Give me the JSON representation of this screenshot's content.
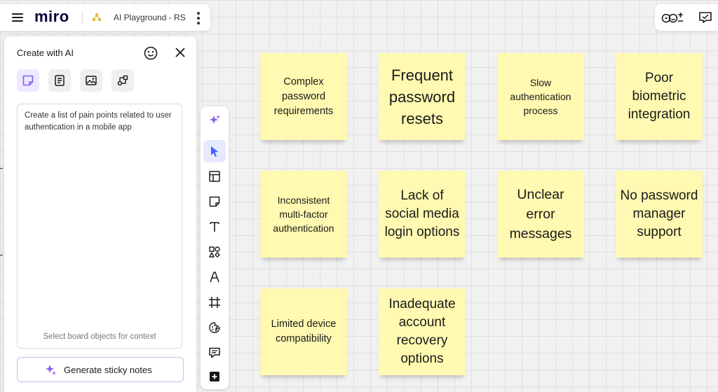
{
  "topbar": {
    "logo": "miro",
    "board_name": "AI Playground - RS"
  },
  "ai_panel": {
    "title": "Create with AI",
    "prompt_text": "Create a list of pain points related to user authentication in a mobile app",
    "context_hint": "Select board objects for context",
    "generate_label": "Generate sticky notes",
    "tabs": [
      "sticky-note-icon",
      "document-icon",
      "image-icon",
      "diagram-icon"
    ]
  },
  "toolbar": {
    "tools": [
      "sparkle-icon",
      "select-cursor-icon",
      "template-icon",
      "sticky-note-icon",
      "text-icon",
      "shapes-icon",
      "pen-icon",
      "frame-icon",
      "sticker-icon",
      "comment-icon",
      "add-icon"
    ],
    "active": "select-cursor-icon"
  },
  "sticky_notes": [
    "Complex password requirements",
    "Frequent password resets",
    "Slow authentication process",
    "Poor biometric integration",
    "Inconsistent multi-factor authentication",
    "Lack of social media login options",
    "Unclear error messages",
    "No password manager support",
    "Limited device compatibility",
    "Inadequate account recovery options"
  ],
  "colors": {
    "sticky": "#fff9b1",
    "accent": "#4262ff",
    "canvas": "#f1f1f1"
  }
}
